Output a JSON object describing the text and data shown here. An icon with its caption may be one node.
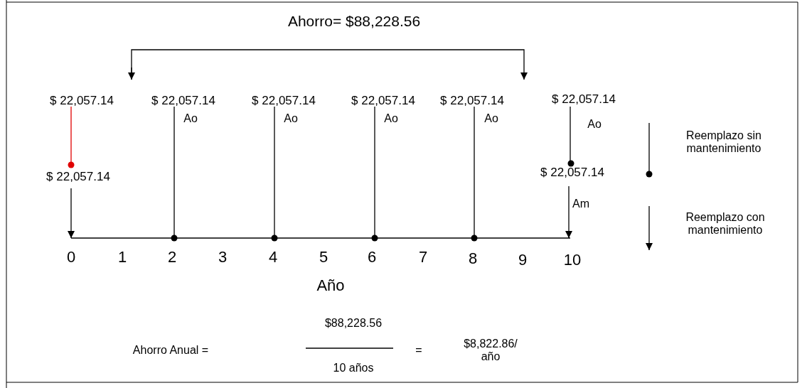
{
  "diagram": {
    "labels": [
      "Ahorro= $88,228.56",
      "$ 22,057.14",
      "$ 22,057.14",
      "$ 22,057.14",
      "$ 22,057.14",
      "$ 22,057.14",
      "$ 22,057.14",
      "Ao",
      "Ao",
      "Ao",
      "Ao",
      "Ao",
      "$ 22,057.14",
      "$ 22,057.14",
      "Am",
      "0",
      "1",
      "2",
      "3",
      "4",
      "5",
      "6",
      "7",
      "8",
      "9",
      "10",
      "Año",
      "Ahorro Anual =",
      "$88,228.56",
      "10 años",
      "=",
      "$8,822.86/ año"
    ],
    "legend": [
      {
        "text": "Reemplazo sin mantenimiento"
      },
      {
        "text": "Reemplazo con mantenimiento"
      }
    ]
  }
}
